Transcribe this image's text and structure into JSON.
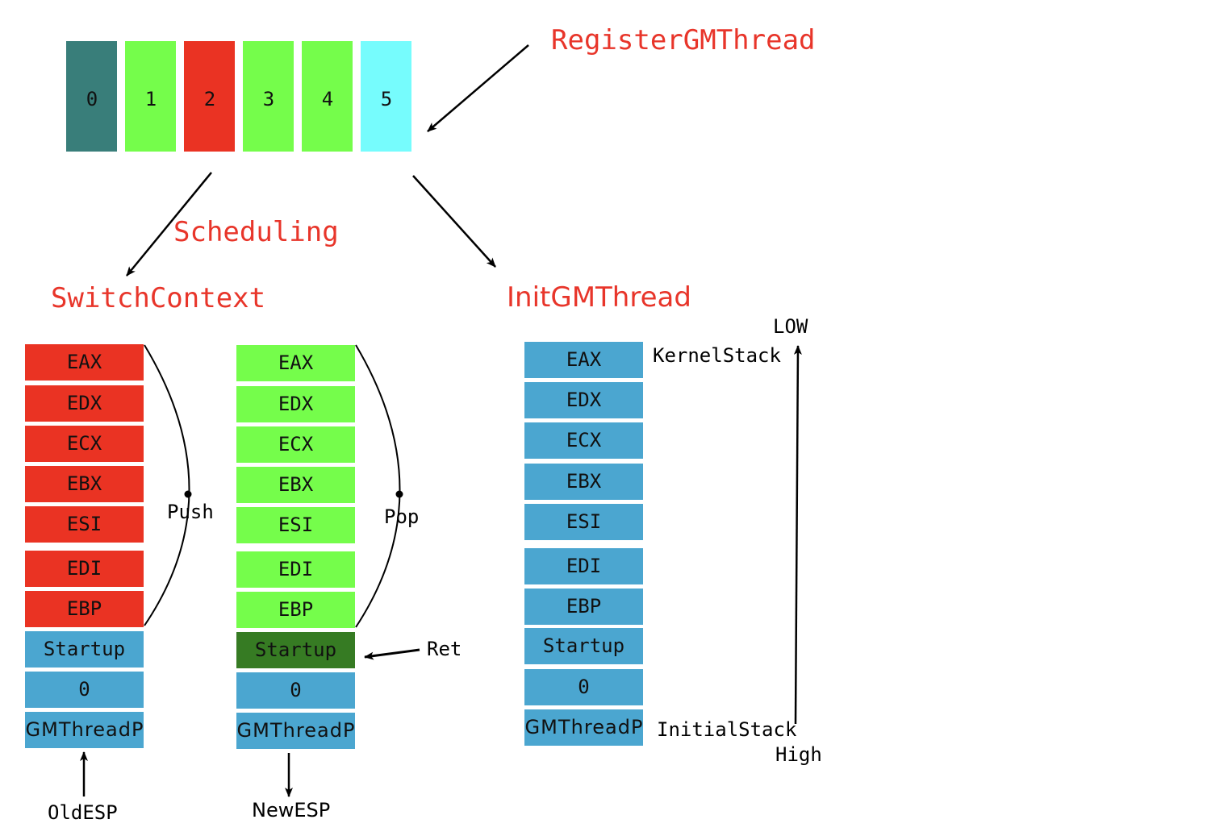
{
  "colors": {
    "teal": "#397e7a",
    "green": "#75fd4b",
    "red": "#ea3323",
    "cyan": "#76fcfd",
    "blue": "#4ba6d0",
    "dark_green": "#367b23",
    "label_red": "#e8352a"
  },
  "slots": [
    {
      "label": "0",
      "color": "teal"
    },
    {
      "label": "1",
      "color": "green"
    },
    {
      "label": "2",
      "color": "red"
    },
    {
      "label": "3",
      "color": "green"
    },
    {
      "label": "4",
      "color": "green"
    },
    {
      "label": "5",
      "color": "cyan"
    }
  ],
  "labels": {
    "register": "RegisterGMThread",
    "scheduling": "Scheduling",
    "switch_context": "SwitchContext",
    "init_thread": "InitGMThread",
    "push": "Push",
    "pop": "Pop",
    "ret": "Ret",
    "old_esp": "OldESP",
    "new_esp": "NewESP",
    "low": "LOW",
    "high": "High",
    "kernel_stack": "KernelStack",
    "initial_stack": "InitialStack"
  },
  "stack_old": [
    {
      "label": "EAX",
      "color": "red"
    },
    {
      "label": "EDX",
      "color": "red"
    },
    {
      "label": "ECX",
      "color": "red"
    },
    {
      "label": "EBX",
      "color": "red"
    },
    {
      "label": "ESI",
      "color": "red"
    },
    {
      "label": "EDI",
      "color": "red"
    },
    {
      "label": "EBP",
      "color": "red"
    },
    {
      "label": "Startup",
      "color": "blue"
    },
    {
      "label": "0",
      "color": "blue"
    },
    {
      "label": "GMThreadP",
      "color": "blue"
    }
  ],
  "stack_new": [
    {
      "label": "EAX",
      "color": "green"
    },
    {
      "label": "EDX",
      "color": "green"
    },
    {
      "label": "ECX",
      "color": "green"
    },
    {
      "label": "EBX",
      "color": "green"
    },
    {
      "label": "ESI",
      "color": "green"
    },
    {
      "label": "EDI",
      "color": "green"
    },
    {
      "label": "EBP",
      "color": "green"
    },
    {
      "label": "Startup",
      "color": "dark_green"
    },
    {
      "label": "0",
      "color": "blue"
    },
    {
      "label": "GMThreadP",
      "color": "blue"
    }
  ],
  "stack_init": [
    {
      "label": "EAX",
      "color": "blue"
    },
    {
      "label": "EDX",
      "color": "blue"
    },
    {
      "label": "ECX",
      "color": "blue"
    },
    {
      "label": "EBX",
      "color": "blue"
    },
    {
      "label": "ESI",
      "color": "blue"
    },
    {
      "label": "EDI",
      "color": "blue"
    },
    {
      "label": "EBP",
      "color": "blue"
    },
    {
      "label": "Startup",
      "color": "blue"
    },
    {
      "label": "0",
      "color": "blue"
    },
    {
      "label": "GMThreadP",
      "color": "blue"
    }
  ]
}
